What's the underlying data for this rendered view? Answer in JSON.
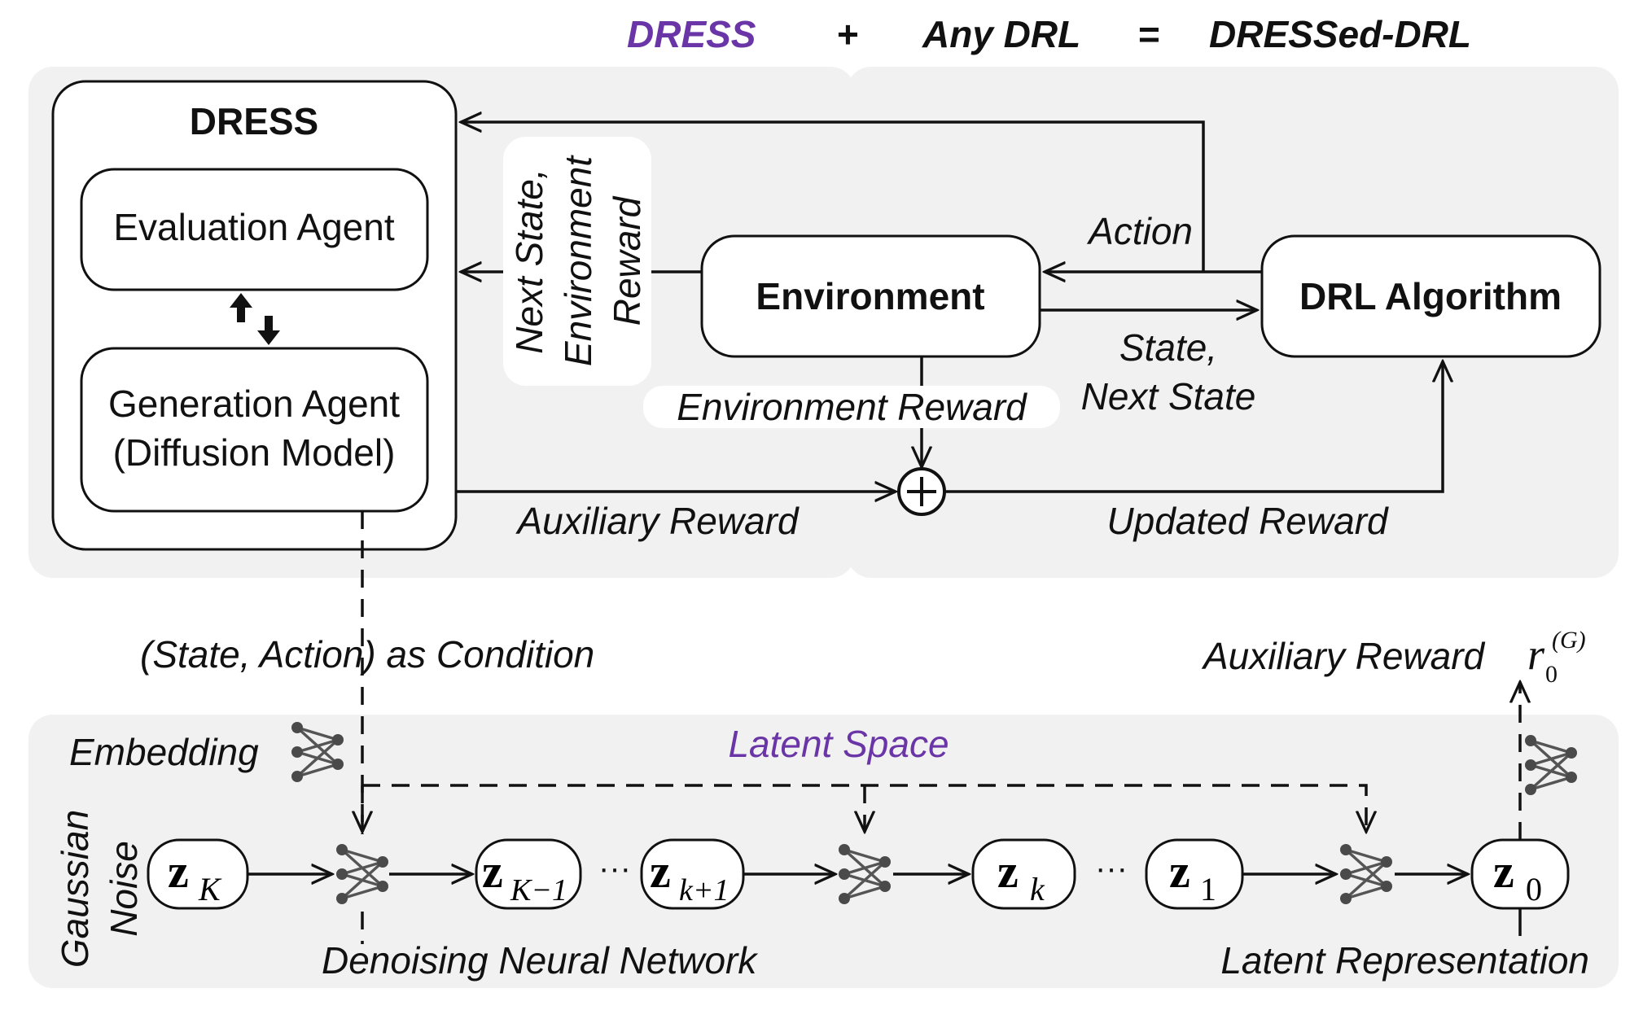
{
  "title": {
    "dress": "DRESS",
    "plus": "+",
    "any_drl": "Any DRL",
    "equals": "=",
    "result": "DRESSed-DRL"
  },
  "dress_box": {
    "title": "DRESS",
    "evaluation_agent": "Evaluation Agent",
    "generation_agent_line1": "Generation Agent",
    "generation_agent_line2": "(Diffusion Model)"
  },
  "environment": "Environment",
  "drl_algorithm": "DRL Algorithm",
  "labels": {
    "action": "Action",
    "state_next_state_line1": "State,",
    "state_next_state_line2": "Next State",
    "next_state_env_reward_line1": "Next State,",
    "next_state_env_reward_line2": "Environment",
    "next_state_env_reward_line3": "Reward",
    "environment_reward": "Environment Reward",
    "auxiliary_reward": "Auxiliary Reward",
    "updated_reward": "Updated Reward",
    "state_action_condition": "(State, Action) as Condition",
    "auxiliary_reward_r0": "Auxiliary Reward",
    "r_symbol": "r",
    "r_sub": "0",
    "r_sup": "(G)",
    "embedding": "Embedding",
    "latent_space": "Latent Space",
    "gaussian_noise_line1": "Gaussian",
    "gaussian_noise_line2": "Noise",
    "denoising_nn": "Denoising Neural Network",
    "latent_representation": "Latent Representation",
    "plus_symbol": "+",
    "ellipsis": "···"
  },
  "latents": [
    {
      "main": "z",
      "sub": "K"
    },
    {
      "main": "z",
      "sub": "K−1"
    },
    {
      "main": "z",
      "sub": "k+1"
    },
    {
      "main": "z",
      "sub": "k"
    },
    {
      "main": "z",
      "sub": "1"
    },
    {
      "main": "z",
      "sub": "0"
    }
  ],
  "colors": {
    "accent_purple": "#6a35a6",
    "panel_gray": "#f1f1f1"
  }
}
